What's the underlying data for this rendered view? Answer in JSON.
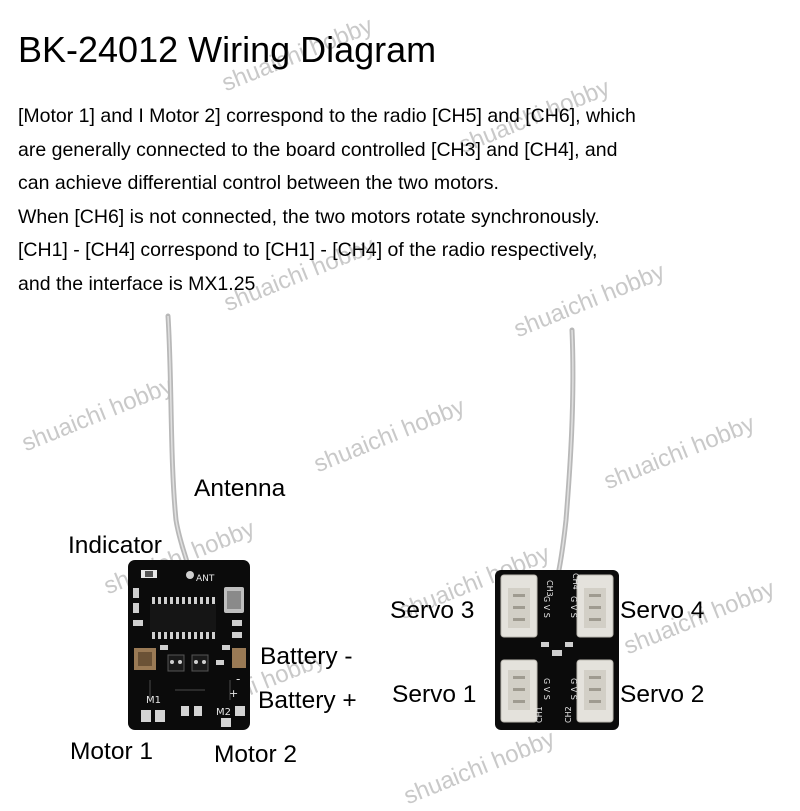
{
  "title": "BK-24012 Wiring Diagram",
  "description": [
    "[Motor 1] and I Motor 2] correspond to the radio [CH5] and [CH6], which",
    "are generally connected to the board controlled [CH3] and [CH4], and",
    "can achieve differential control between the two motors.",
    "When [CH6] is not connected, the two motors rotate synchronously.",
    "[CH1] - [CH4] correspond to [CH1] - [CH4] of the radio respectively,",
    "and the interface is MX1.25"
  ],
  "left_board": {
    "labels": {
      "antenna": "Antenna",
      "indicator": "Indicator",
      "battery_minus": "Battery -",
      "battery_plus": "Battery +",
      "motor1": "Motor 1",
      "motor2": "Motor 2"
    },
    "silkscreen": {
      "ant": "ANT",
      "m1": "M1",
      "m2": "M2",
      "minus": "-",
      "plus": "+"
    }
  },
  "right_board": {
    "labels": {
      "servo3": "Servo 3",
      "servo4": "Servo 4",
      "servo1": "Servo 1",
      "servo2": "Servo 2"
    },
    "silkscreen": {
      "ch1": "CH1",
      "ch2": "CH2",
      "ch3": "CH3",
      "ch4": "CH4",
      "pins": "G V S"
    }
  },
  "watermark": "shuaichi hobby",
  "colors": {
    "pcb": "#0b0b0b",
    "antenna": "#b8b8b8",
    "connector": "#e4e2dc",
    "watermark": "#c9c9c9"
  }
}
